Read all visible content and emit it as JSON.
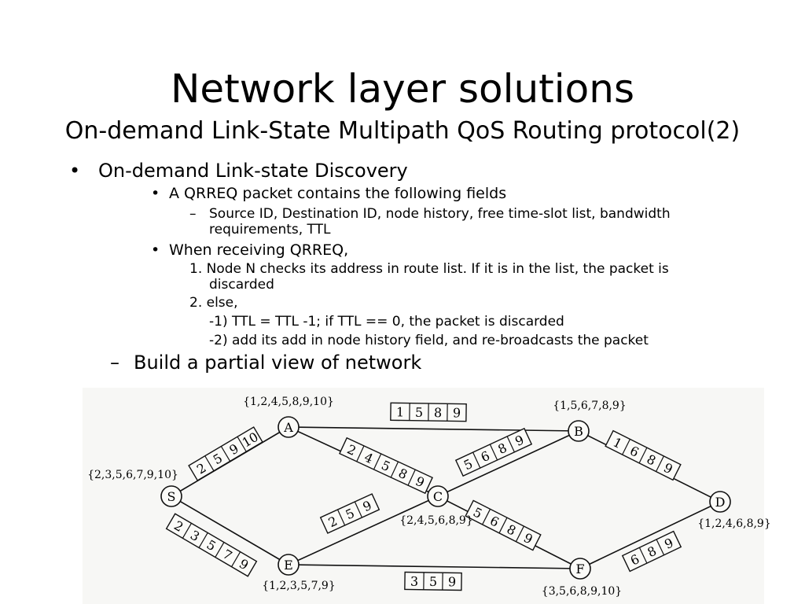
{
  "title": "Network layer solutions",
  "subtitle": "On-demand Link-State Multipath QoS Routing protocol(2)",
  "bullets": {
    "b1": "On-demand Link-state Discovery",
    "b1_1": "A QRREQ packet contains the following fields",
    "b1_1_1a": "Source ID, Destination ID, node history, free time-slot list, bandwidth",
    "b1_1_1b": "requirements, TTL",
    "b1_2": "When receiving QRREQ,",
    "b1_2_1a": "1. Node N checks its address in route list. If it is in the list, the packet is",
    "b1_2_1b": "discarded",
    "b1_2_2": "2. else,",
    "b1_2_2a": "-1) TTL = TTL -1; if TTL == 0, the packet is discarded",
    "b1_2_2b": "-2) add its add in node history field, and re-broadcasts the packet",
    "b2": "Build a partial view of network"
  },
  "markers": {
    "bullet": "•",
    "dash": "–"
  },
  "diagram": {
    "nodes": [
      {
        "id": "S",
        "set": "{2,3,5,6,7,9,10}"
      },
      {
        "id": "A",
        "set": "{1,2,4,5,8,9,10}"
      },
      {
        "id": "B",
        "set": "{1,5,6,7,8,9}"
      },
      {
        "id": "C",
        "set": "{2,4,5,6,8,9}"
      },
      {
        "id": "D",
        "set": "{1,2,4,6,8,9}"
      },
      {
        "id": "E",
        "set": "{1,2,3,5,7,9}"
      },
      {
        "id": "F",
        "set": "{3,5,6,8,9,10}"
      }
    ],
    "links": [
      {
        "from": "S",
        "to": "A",
        "slots": [
          "2",
          "5",
          "9",
          "10"
        ]
      },
      {
        "from": "S",
        "to": "E",
        "slots": [
          "2",
          "3",
          "5",
          "7",
          "9"
        ]
      },
      {
        "from": "A",
        "to": "B",
        "slots": [
          "1",
          "5",
          "8",
          "9"
        ]
      },
      {
        "from": "A",
        "to": "C",
        "slots": [
          "2",
          "4",
          "5",
          "8",
          "9"
        ]
      },
      {
        "from": "C",
        "to": "B",
        "slots": [
          "5",
          "6",
          "8",
          "9"
        ]
      },
      {
        "from": "B",
        "to": "D",
        "slots": [
          "1",
          "6",
          "8",
          "9"
        ]
      },
      {
        "from": "C",
        "to": "F",
        "slots": [
          "5",
          "6",
          "8",
          "9"
        ]
      },
      {
        "from": "E",
        "to": "C",
        "slots": [
          "2",
          "5",
          "9"
        ]
      },
      {
        "from": "E",
        "to": "F",
        "slots": [
          "3",
          "5",
          "9"
        ]
      },
      {
        "from": "F",
        "to": "D",
        "slots": [
          "6",
          "8",
          "9"
        ]
      }
    ]
  }
}
